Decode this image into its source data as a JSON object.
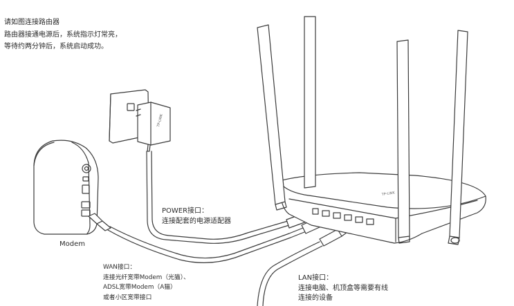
{
  "instructions": {
    "line1": "请如图连接路由器",
    "line2": "路由器接通电源后，系统指示灯常亮，",
    "line3": "等待约两分钟后，系统启动成功。"
  },
  "power_label": {
    "title": "POWER接口：",
    "desc": "连接配套的电源适配器"
  },
  "wan_label": {
    "title": "WAN接口：",
    "line1": "连接光纤宽带Modem（光猫）、",
    "line2": "ADSL宽带Modem（A猫）",
    "line3": "或者小区宽带接口"
  },
  "lan_label": {
    "title": "LAN接口：",
    "line1": "连接电脑、机顶盒等需要有线",
    "line2": "连接的设备"
  },
  "modem_label": "Modem",
  "adapter_brand": "TP-LINK",
  "router_brand": "TP-LINK"
}
